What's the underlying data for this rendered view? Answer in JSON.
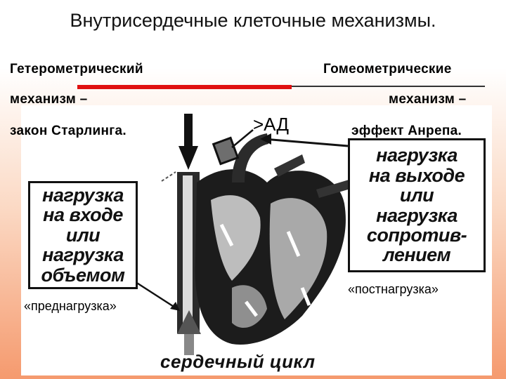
{
  "title": "Внутрисердечные клеточные механизмы.",
  "left_heading": {
    "line1": "Гетерометрический",
    "line2": "механизм –",
    "line3": "закон Старлинга."
  },
  "right_heading": {
    "line1": "Гомеометрические",
    "line2": "механизм –",
    "line3": "эффект Анрепа."
  },
  "figure": {
    "ad_label": ">АД",
    "preload_box": [
      "нагрузка",
      "на входе",
      "или",
      "нагрузка",
      "объемом"
    ],
    "afterload_box": [
      "нагрузка",
      "на выходе",
      "или",
      "нагрузка",
      "сопротив-",
      "лением"
    ],
    "preload_term": "«преднагрузка»",
    "afterload_term": "«постнагрузка»",
    "cycle_label": "сердечный цикл"
  },
  "colors": {
    "accent_bar": "#e01010",
    "background_bottom": "#f59a6e"
  }
}
